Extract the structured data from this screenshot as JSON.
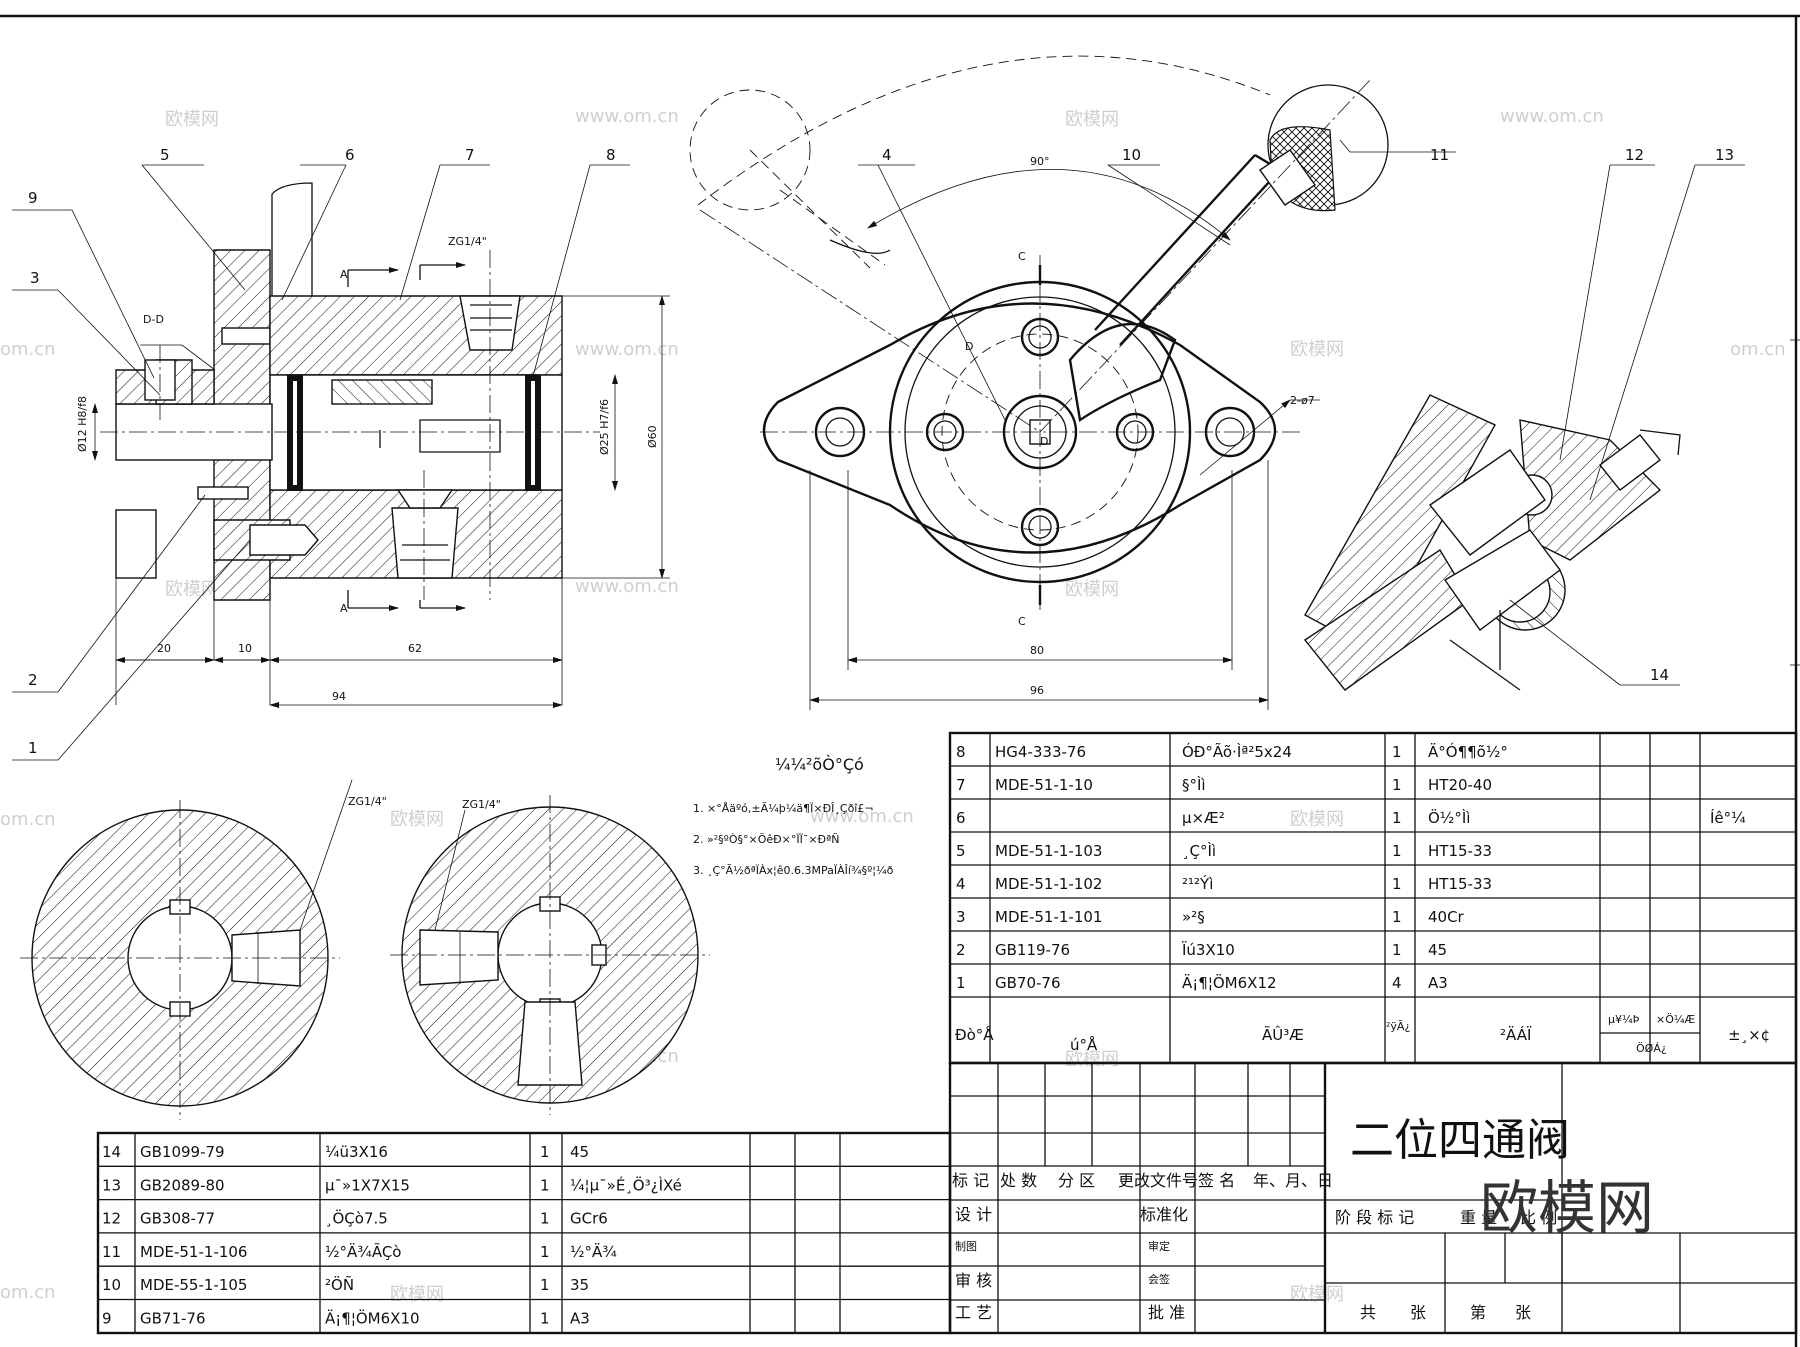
{
  "drawing": {
    "title": "二位四通阀",
    "watermark_big": "欧模网",
    "watermark_cn": "欧模网",
    "watermark_url": "www.om.cn",
    "watermark_url_edge": "om.cn"
  },
  "callouts": {
    "front_view": [
      "5",
      "6",
      "7",
      "8",
      "9",
      "3",
      "2",
      "1"
    ],
    "top_view": [
      "4",
      "10",
      "11"
    ],
    "detail_view": [
      "12",
      "13",
      "14"
    ]
  },
  "annotations": {
    "section_dd": "D-D",
    "thread_zg": "ZG1/4\"",
    "section_a_top": "A",
    "section_a_bottom": "A",
    "dia_12": "Ø12 H8/f8",
    "dia_25": "Ø25 H7/f6",
    "dia_60": "Ø60",
    "dim_20": "20",
    "dim_10": "10",
    "dim_62": "62",
    "dim_94": "94",
    "angle_90": "90°",
    "section_c_top": "C",
    "section_c_bottom": "C",
    "label_d_upper": "D",
    "label_d_center": "D",
    "holes": "2-ø7",
    "dim_80": "80",
    "dim_96": "96",
    "thread_zg_left": "ZG1/4\"",
    "thread_zg_right": "ZG1/4\""
  },
  "notes": {
    "heading": "¼¼²õÒ°Çó",
    "items": [
      "1.  ×°Åäºó,±Ã¼þ¼ä¶Ï×ÐÎ¸Çðî£¬",
      "2.  »²§ºÒ§°×ÖêÐ×°ÏÏ¯×ÐªÑ",
      "3.  ¸Ç°Ã½ðªÏÀx¦ê0.6.3MPaÏÀÎí¾§º¦¼ð"
    ]
  },
  "parts_upper": {
    "rows": [
      {
        "no": "8",
        "code": "HG4-333-76",
        "name": "ÓÐ°Ãõ·Ìª²5x24",
        "qty": "1",
        "material": "Ä°Ó¶¶õ½°",
        "note": ""
      },
      {
        "no": "7",
        "code": "MDE-51-1-10",
        "name": "§°Ìì",
        "qty": "1",
        "material": "HT20-40",
        "note": ""
      },
      {
        "no": "6",
        "code": "",
        "name": "µ×Æ²",
        "qty": "1",
        "material": "Ö½°Ìì",
        "note": "Íê°¼"
      },
      {
        "no": "5",
        "code": "MDE-51-1-103",
        "name": "¸Ç°Ìì",
        "qty": "1",
        "material": "HT15-33",
        "note": ""
      },
      {
        "no": "4",
        "code": "MDE-51-1-102",
        "name": "²¹²Ýì",
        "qty": "1",
        "material": "HT15-33",
        "note": ""
      },
      {
        "no": "3",
        "code": "MDE-51-1-101",
        "name": "»²§",
        "qty": "1",
        "material": "40Cr",
        "note": ""
      },
      {
        "no": "2",
        "code": "GB119-76",
        "name": "Ïú3X10",
        "qty": "1",
        "material": "45",
        "note": ""
      },
      {
        "no": "1",
        "code": "GB70-76",
        "name": "Ä¡¶¦ÖM6X12",
        "qty": "4",
        "material": "A3",
        "note": ""
      }
    ],
    "header": {
      "no": "Ðò°Å",
      "code": "ú°Å",
      "name": "ÃÛ³Æ",
      "qty": "²ÿÃ¿",
      "material": "²ÄÁÏ",
      "unit_weight": "µ¥¼Þ",
      "total_weight": "×Ö¼Æ",
      "weight_group": "ÖØÁ¿",
      "note": "±¸×¢"
    }
  },
  "parts_lower": {
    "rows": [
      {
        "no": "14",
        "code": "GB1099-79",
        "name": "¼ü3X16",
        "qty": "1",
        "material": "45"
      },
      {
        "no": "13",
        "code": "GB2089-80",
        "name": "µ¯»1X7X15",
        "qty": "1",
        "material": "¼¦µ¯»É¸Ö³¿ÌXé"
      },
      {
        "no": "12",
        "code": "GB308-77",
        "name": "¸ÖÇò7.5",
        "qty": "1",
        "material": "GCr6"
      },
      {
        "no": "11",
        "code": "MDE-51-1-106",
        "name": "½°Ä¾ÃÇò",
        "qty": "1",
        "material": "½°Ä¾"
      },
      {
        "no": "10",
        "code": "MDE-55-1-105",
        "name": "²ÖÑ",
        "qty": "1",
        "material": "35"
      },
      {
        "no": "9",
        "code": "GB71-76",
        "name": "Ä¡¶¦ÖM6X10",
        "qty": "1",
        "material": "A3"
      }
    ]
  },
  "title_block": {
    "row_headers": [
      "标 记",
      "处 数",
      "分 区",
      "更改文件号",
      "签 名",
      "年、月、日"
    ],
    "design": "设 计",
    "standard": "标准化",
    "draw": "制图",
    "review": "审定",
    "check": "审 核",
    "countersign": "会签",
    "process": "工 艺",
    "approve": "批 准",
    "stage": "阶 段 标 记",
    "weight": "重 量",
    "scale": "比 例",
    "sheet_total": "共",
    "sheet_unit": "张",
    "sheet_no": "第",
    "sheet_unit2": "张"
  }
}
